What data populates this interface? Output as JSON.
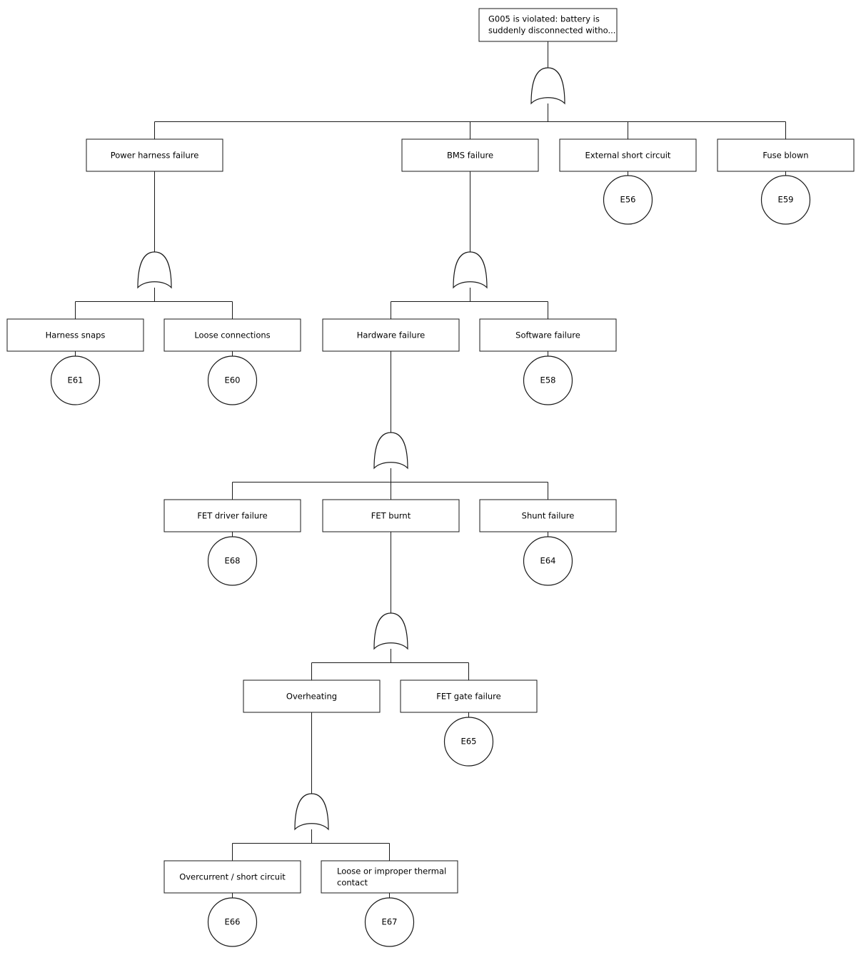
{
  "diagram": {
    "type": "fault-tree",
    "title": "G005 fault tree",
    "background_color": "#ffffff",
    "line_color": "#1a1a1a",
    "box_fill": "#ffffff"
  },
  "nodes": {
    "top_event": {
      "id": "G005",
      "line1": "G005 is violated: battery is",
      "line2": "suddenly disconnected witho..."
    },
    "power_harness_failure": {
      "label": "Power harness failure"
    },
    "bms_failure": {
      "label": "BMS failure"
    },
    "external_short_circuit": {
      "label": "External short circuit"
    },
    "fuse_blown": {
      "label": "Fuse blown"
    },
    "harness_snaps": {
      "label": "Harness snaps"
    },
    "loose_connections": {
      "label": "Loose connections"
    },
    "hardware_failure": {
      "label": "Hardware failure"
    },
    "software_failure": {
      "label": "Software failure"
    },
    "fet_driver_failure": {
      "label": "FET driver failure"
    },
    "fet_burnt": {
      "label": "FET burnt"
    },
    "shunt_failure": {
      "label": "Shunt failure"
    },
    "overheating": {
      "label": "Overheating"
    },
    "fet_gate_failure": {
      "label": "FET gate failure"
    },
    "overcurrent_short_circuit": {
      "label": "Overcurrent / short circuit"
    },
    "loose_thermal_contact": {
      "line1": "Loose or improper thermal",
      "line2": "contact"
    }
  },
  "basic_events": {
    "e56": "E56",
    "e59": "E59",
    "e61": "E61",
    "e60": "E60",
    "e58": "E58",
    "e68": "E68",
    "e64": "E64",
    "e65": "E65",
    "e66": "E66",
    "e67": "E67"
  },
  "gates": {
    "g_top": {
      "type": "OR",
      "name": "or-gate-top-event"
    },
    "g_power_harness": {
      "type": "OR",
      "name": "or-gate-power-harness"
    },
    "g_bms": {
      "type": "OR",
      "name": "or-gate-bms"
    },
    "g_hardware": {
      "type": "OR",
      "name": "or-gate-hardware"
    },
    "g_fet_burnt": {
      "type": "OR",
      "name": "or-gate-fet-burnt"
    },
    "g_overheating": {
      "type": "OR",
      "name": "or-gate-overheating"
    }
  }
}
